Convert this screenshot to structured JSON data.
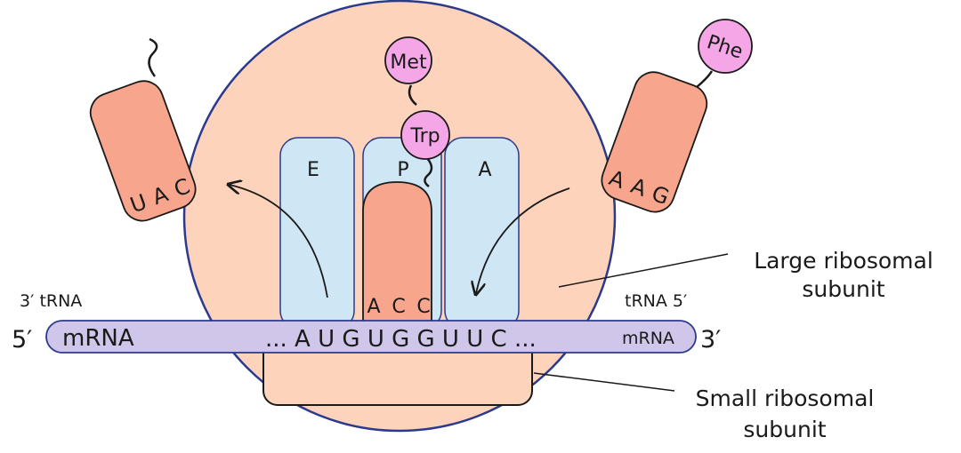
{
  "colors": {
    "large_subunit": "#fdd3bb",
    "outline": "#2b3a8c",
    "site": "#cfe6f4",
    "trna": "#f7a58c",
    "amino_acid": "#f5a6e6",
    "mrna": "#cfc6ea",
    "text": "#1a1a1a"
  },
  "sites": {
    "e": "E",
    "p": "P",
    "a": "A"
  },
  "amino_acids": {
    "met": "Met",
    "trp": "Trp",
    "phe": "Phe"
  },
  "exiting_trna": {
    "anticodon": [
      "U",
      "A",
      "C"
    ]
  },
  "p_site_trna": {
    "anticodon": [
      "A",
      "C",
      "C"
    ]
  },
  "entering_trna": {
    "anticodon": [
      "A",
      "A",
      "G"
    ]
  },
  "mrna": {
    "label_left": "mRNA",
    "label_right": "mRNA",
    "sequence": "... A U G U G G U U C ...",
    "end_5": "5′",
    "end_3": "3′"
  },
  "trna_ends": {
    "left": "3′ tRNA",
    "right": "tRNA 5′"
  },
  "labels": {
    "large_line1": "Large ribosomal",
    "large_line2": "subunit",
    "small_line1": "Small ribosomal",
    "small_line2": "subunit"
  }
}
